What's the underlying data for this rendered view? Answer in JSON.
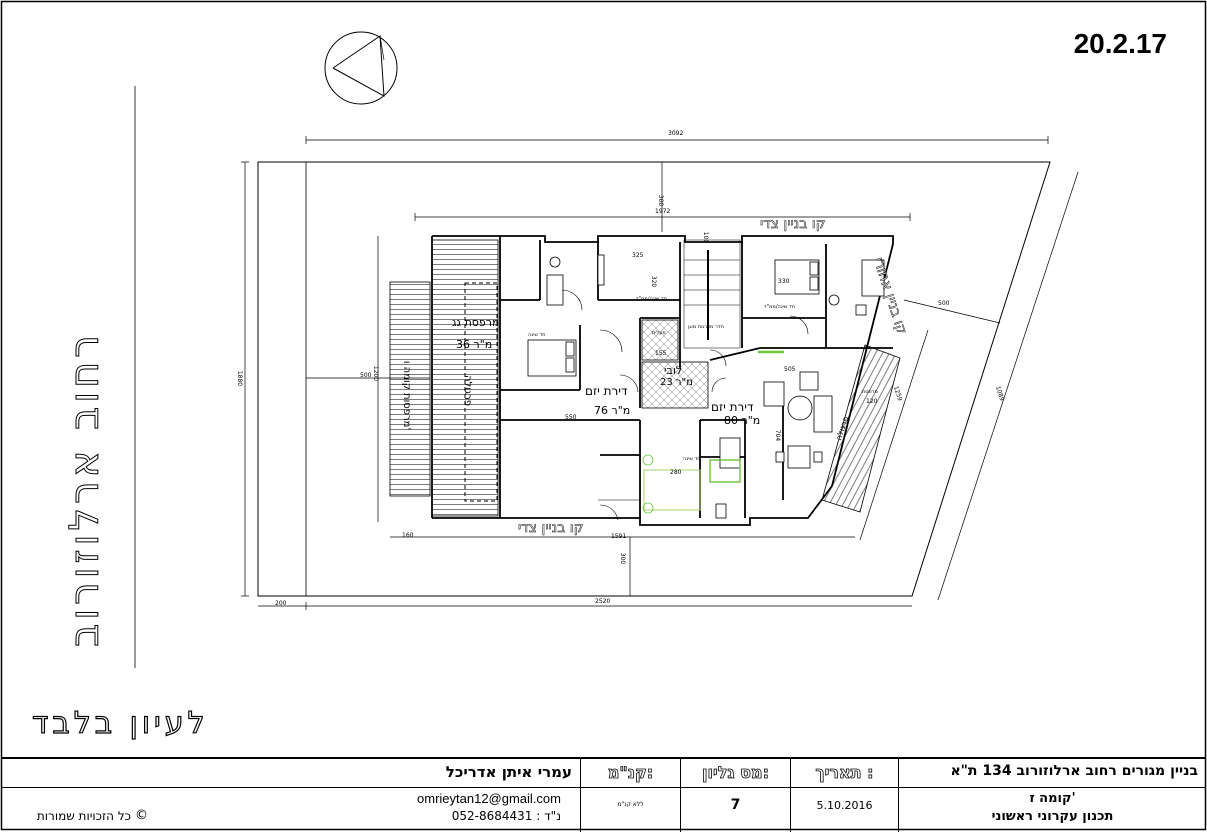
{
  "header": {
    "issue_date": "20.2.17"
  },
  "watermark": "לעיון בלבד",
  "street": "רחוב ארלוזורוב",
  "plan": {
    "building_line_side_top": "קו בניין צדי",
    "building_line_side_bottom": "קו בניין צדי",
    "building_line_rear": "קו בניין אחורי",
    "roof_terrace": "מרפסת גג",
    "roof_terrace_area": "36 מ\"ר",
    "pergola_left": "פרגולה",
    "pergola_right": "פרגולה",
    "balcony_label": "מרפסות קומה ו'",
    "apartment_left": "דירת יזם",
    "apartment_left_area": "76 מ\"ר",
    "apartment_right": "דירת יזם",
    "apartment_right_area": "80 מ\"ר",
    "lobby": "לובי",
    "lobby_area": "23 מ\"ר",
    "room_bed_1": "חד שינה/ממ\"ד",
    "room_bed_2": "חד שינה/ממ\"ד",
    "room_bed_3": "חד שינה",
    "room_bed_4": "חד שינה",
    "room_stair": "חדר מדרגות מוגן",
    "room_elevator": "מעלית",
    "balcony_small": "מרפסת",
    "dims": {
      "top_overall": "3092",
      "building_width": "1972",
      "bottom_overall": "2520",
      "bottom_building": "1591",
      "left_height": "1880",
      "left_inner": "1200",
      "offset_left": "500",
      "top_setback": "300",
      "bottom_setback": "300",
      "bottom_left": "200",
      "bottom_left_2": "160",
      "right_setback": "500",
      "right_diag": "1089",
      "right_inner": "1259",
      "room_325": "325",
      "room_320": "320",
      "room_330": "330",
      "room_505": "505",
      "room_550": "550",
      "room_280": "280",
      "room_155": "155",
      "room_704": "704",
      "balcony_120": "120",
      "left_top_label": "100"
    }
  },
  "title_block": {
    "project_title": "בניין מגורים רחוב ארלוזורוב 134 ת\"א",
    "floor": "קומה ז'",
    "description": "תכנון עקרוני ראשוני",
    "date_label": "תאריך :",
    "date_value": "5.10.2016",
    "sheet_label": "מס גליון:",
    "sheet_value": "7",
    "scale_label": "קנ\"מ:",
    "scale_value": "ללא קנ\"מ",
    "architect": "עמרי איתן אדריכל",
    "email": "omrieytan12@gmail.com",
    "phone": "נ\"ד : 052-8684431",
    "copyright": "כל הזכויות שמורות",
    "copyright_symbol": "©"
  }
}
